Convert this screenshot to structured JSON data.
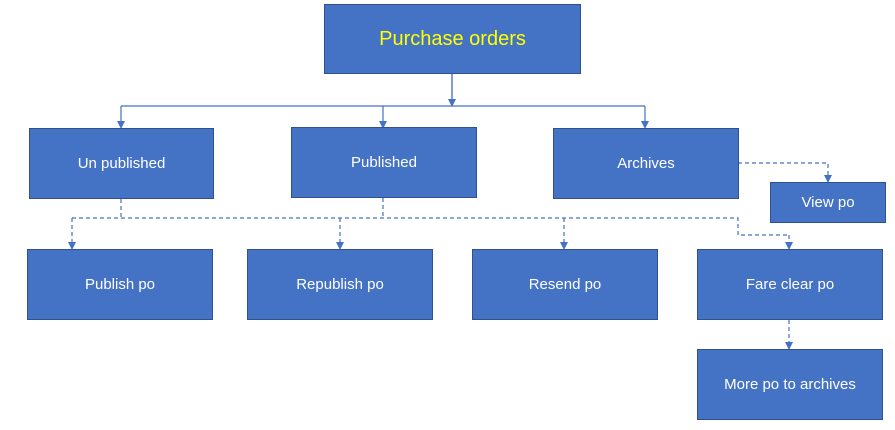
{
  "colors": {
    "box_fill": "#4472c4",
    "box_border": "#2f528f",
    "text": "#ffffff",
    "root_text": "#ffff00",
    "connector": "#4472c4"
  },
  "nodes": {
    "purchase_orders": "Purchase orders",
    "unpublished": "Un published",
    "published": "Published",
    "archives": "Archives",
    "view_po": "View po",
    "publish_po": "Publish po",
    "republish_po": "Republish po",
    "resend_po": "Resend po",
    "fare_clear_po": "Fare clear po",
    "more_po_to_archives": "More po to archives"
  },
  "edges": [
    {
      "from": "purchase_orders",
      "to": "unpublished",
      "style": "solid"
    },
    {
      "from": "purchase_orders",
      "to": "published",
      "style": "solid"
    },
    {
      "from": "purchase_orders",
      "to": "archives",
      "style": "solid"
    },
    {
      "from": "archives",
      "to": "view_po",
      "style": "dashed"
    },
    {
      "from": "unpublished",
      "to": "publish_po",
      "style": "dashed"
    },
    {
      "from": "published",
      "to": "republish_po",
      "style": "dashed"
    },
    {
      "from": "published",
      "to": "resend_po",
      "style": "dashed"
    },
    {
      "from": "published",
      "to": "fare_clear_po",
      "style": "dashed"
    },
    {
      "from": "fare_clear_po",
      "to": "more_po_to_archives",
      "style": "dashed"
    }
  ]
}
